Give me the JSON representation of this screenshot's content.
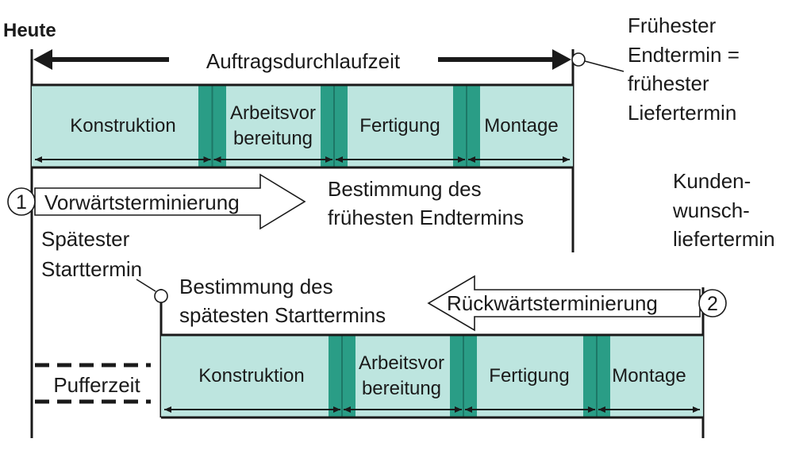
{
  "today_label": "Heute",
  "lead_time_label": "Auftragsdurchlaufzeit",
  "earliest_end_note": [
    "Frühester",
    "Endtermin =",
    "frühester",
    "Liefertermin"
  ],
  "customer_date_note": [
    "Kunden-",
    "wunsch-",
    "liefertermin"
  ],
  "latest_start_note": [
    "Spätester",
    "Starttermin"
  ],
  "forward": {
    "number": "1",
    "label": "Vorwärtsterminierung",
    "purpose": [
      "Bestimmung des",
      "frühesten Endtermins"
    ]
  },
  "backward": {
    "number": "2",
    "label": "Rückwärtsterminierung",
    "purpose": [
      "Bestimmung des",
      "spätesten Starttermins"
    ]
  },
  "buffer_label": "Pufferzeit",
  "phases_top": [
    {
      "lines": [
        "Konstruktion"
      ]
    },
    {
      "lines": [
        "Arbeitsvor",
        "bereitung"
      ]
    },
    {
      "lines": [
        "Fertigung"
      ]
    },
    {
      "lines": [
        "Montage"
      ]
    }
  ],
  "phases_bottom": [
    {
      "lines": [
        "Konstruktion"
      ]
    },
    {
      "lines": [
        "Arbeitsvor",
        "bereitung"
      ]
    },
    {
      "lines": [
        "Fertigung"
      ]
    },
    {
      "lines": [
        "Montage"
      ]
    }
  ],
  "colors": {
    "phase_fill": "#bde5df",
    "transition_fill": "#2a9d86",
    "transition_edge": "#1d7766",
    "line": "#1a1a1a"
  }
}
